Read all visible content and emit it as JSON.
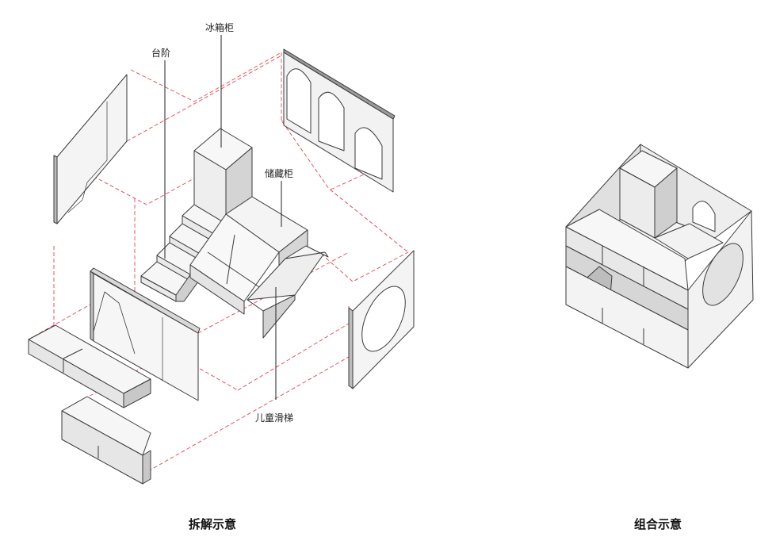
{
  "colors": {
    "line": "#3a3a3a",
    "face_light": "#f7f7f7",
    "face_mid": "#e6e6e6",
    "face_dark": "#c9c9c9",
    "guide": "#e8434f"
  },
  "callouts": {
    "fridge_cabinet": "冰箱柜",
    "steps": "台阶",
    "storage_cabinet": "储藏柜",
    "kids_slide": "儿童滑梯"
  },
  "captions": {
    "exploded": "拆解示意",
    "assembled": "组合示意"
  }
}
